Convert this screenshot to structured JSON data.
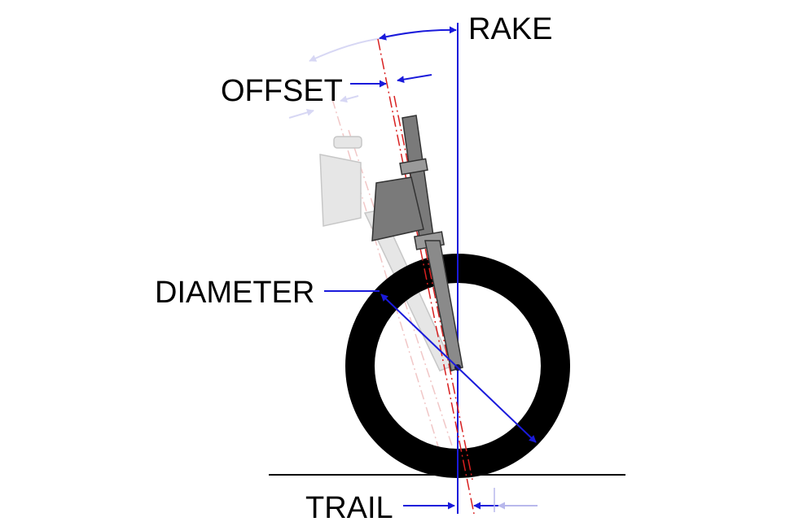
{
  "labels": {
    "rake": "RAKE",
    "offset": "OFFSET",
    "diameter": "DIAMETER",
    "trail": "TRAIL"
  },
  "colors": {
    "dimension": "#1a1adb",
    "dimension_faded": "#b8b8ec",
    "centerline": "#d82020",
    "tire": "#000000",
    "fork_body": "#7a7a7a",
    "fork_faded": "#d2d2d2",
    "ground": "#000000"
  }
}
